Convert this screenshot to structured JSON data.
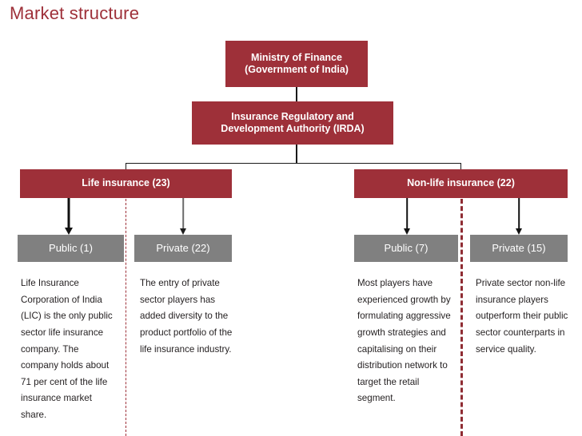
{
  "page": {
    "title": "Market structure",
    "accent_color": "#9E3039",
    "secondary_color": "#808080",
    "background_color": "#FFFFFF",
    "body_text_color": "#231F20"
  },
  "diagram": {
    "type": "organizational-hierarchy",
    "levels": [
      {
        "level": 1,
        "nodes": [
          {
            "id": "ministry",
            "label": "Ministry of Finance\n(Government of India)",
            "style": "red"
          }
        ]
      },
      {
        "level": 2,
        "nodes": [
          {
            "id": "irda",
            "label": "Insurance Regulatory and\nDevelopment  Authority (IRDA)",
            "style": "red"
          }
        ]
      },
      {
        "level": 3,
        "nodes": [
          {
            "id": "life",
            "label": "Life insurance (23)",
            "style": "red",
            "count": 23
          },
          {
            "id": "nonlife",
            "label": "Non-life insurance (22)",
            "style": "red",
            "count": 22
          }
        ]
      },
      {
        "level": 4,
        "nodes": [
          {
            "id": "life-public",
            "label": "Public (1)",
            "style": "gray",
            "count": 1
          },
          {
            "id": "life-private",
            "label": "Private (22)",
            "style": "gray",
            "count": 22
          },
          {
            "id": "nonlife-public",
            "label": "Public (7)",
            "style": "gray",
            "count": 7
          },
          {
            "id": "nonlife-private",
            "label": "Private (15)",
            "style": "gray",
            "count": 15
          }
        ]
      }
    ],
    "descriptions": {
      "life_public": "Life Insurance Corporation of India (LIC) is the only public sector life insurance company. The company holds about  71 per cent of the life insurance market share.",
      "life_private": "The entry of private sector players has added diversity to the product portfolio of the life insurance industry.",
      "nonlife_public": "Most players have experienced growth by formulating aggressive growth strategies and capitalising on their distribution network to target the retail segment.",
      "nonlife_private": "Private sector non-life insurance players outperform their public sector counterparts in service quality."
    }
  }
}
